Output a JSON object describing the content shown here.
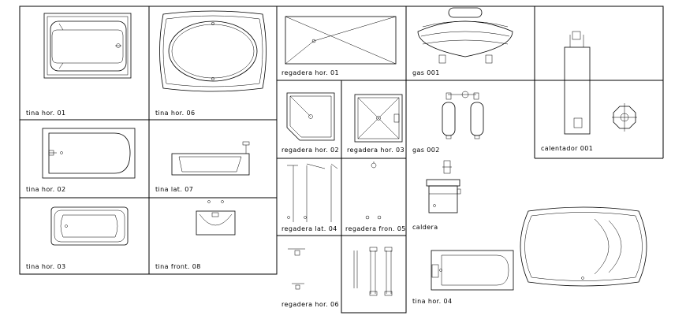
{
  "labels": {
    "tina_hor_01": "tina hor. 01",
    "tina_hor_06": "tina hor. 06",
    "regadera_hor_01": "regadera hor. 01",
    "gas_001": "gas 001",
    "tina_hor_02": "tina hor. 02",
    "tina_lat_07": "tina lat. 07",
    "regadera_hor_02": "regadera hor. 02",
    "regadera_hor_03": "regadera hor. 03",
    "gas_002": "gas 002",
    "calentador_001": "calentador 001",
    "tina_hor_03": "tina hor. 03",
    "tina_front_08": "tina front. 08",
    "regadera_lat_04": "regadera lat. 04",
    "regadera_fron_05": "regadera fron. 05",
    "caldera": "caldera",
    "regadera_hor_06": "regadera hor. 06",
    "tina_hor_04": "tina hor. 04"
  }
}
